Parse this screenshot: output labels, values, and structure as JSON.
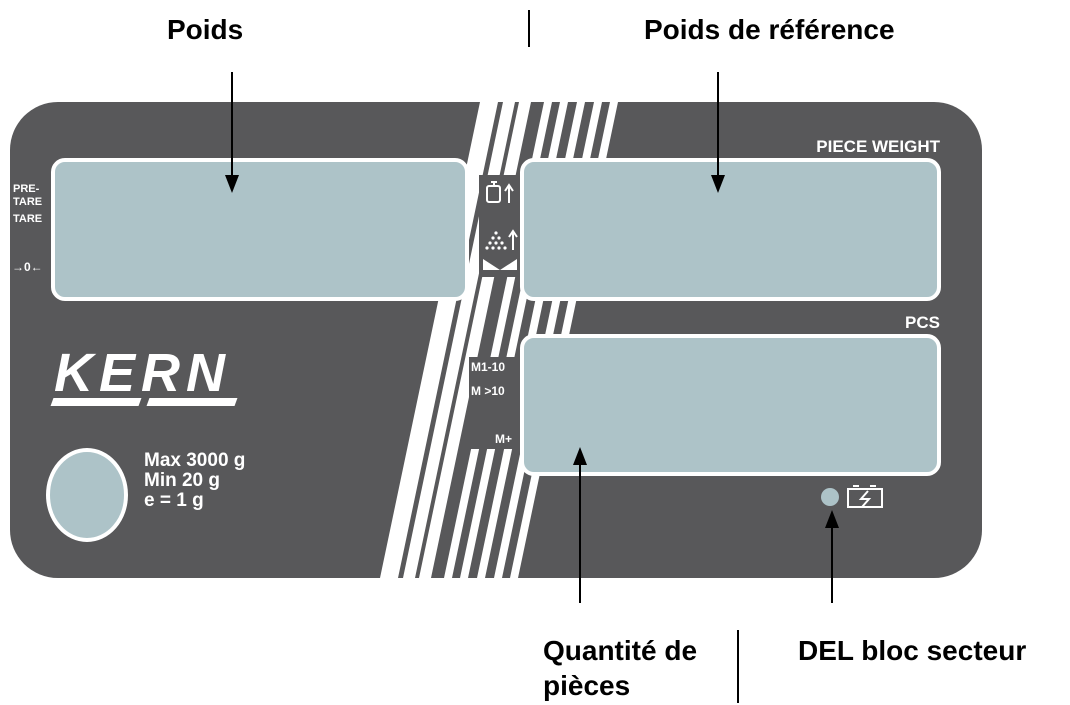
{
  "callouts": {
    "poids": "Poids",
    "poids_reference": "Poids de référence",
    "quantite_line1": "Quantité de",
    "quantite_line2": "pièces",
    "del": "DEL bloc secteur"
  },
  "panel": {
    "piece_weight": "PIECE WEIGHT",
    "pcs": "PCS",
    "pre": "PRE-",
    "tare": "TARE",
    "tare2": "TARE",
    "zero": "→0←",
    "m110": "M1-10",
    "m10": "M >10",
    "mplus": "M+",
    "brand": "KERN",
    "max": "Max 3000 g",
    "min": "Min 20 g",
    "e": "e = 1 g"
  },
  "colors": {
    "panel": "#58585a",
    "display": "#adc3c8",
    "stripe": "#ffffff"
  }
}
